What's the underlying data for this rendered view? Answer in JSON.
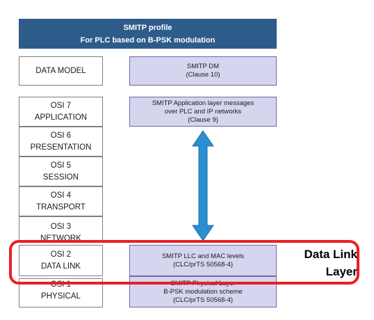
{
  "header": {
    "title": "SMITP profile",
    "subtitle": "For PLC based on B-PSK modulation",
    "color": "#2e5c8a"
  },
  "layers": [
    {
      "line1": "DATA MODEL",
      "line2": ""
    },
    {
      "line1": "OSI 7",
      "line2": "APPLICATION"
    },
    {
      "line1": "OSI 6",
      "line2": "PRESENTATION"
    },
    {
      "line1": "OSI 5",
      "line2": "SESSION"
    },
    {
      "line1": "OSI 4",
      "line2": "TRANSPORT"
    },
    {
      "line1": "OSI 3",
      "line2": "NETWORK"
    },
    {
      "line1": "OSI 2",
      "line2": "DATA LINK"
    },
    {
      "line1": "OSI 1",
      "line2": "PHYSICAL"
    }
  ],
  "smitp_boxes": [
    {
      "line1": "SMITP DM",
      "line2": "(Clause 10)",
      "line3": ""
    },
    {
      "line1": "SMITP Application layer messages",
      "line2": "over PLC and IP networks",
      "line3": "(Clause 9)"
    },
    {
      "line1": "SMITP LLC and MAC levels",
      "line2": "(CLC/prTS 50568-4)",
      "line3": ""
    },
    {
      "line1": "SMITP Physical Layer",
      "line2": "B-PSK modulation scheme",
      "line3": "(CLC/prTS 50568-4)"
    }
  ],
  "callout": {
    "line1": "Data Link",
    "line2": "Layer",
    "color": "#ee1c25"
  },
  "arrow": {
    "icon": "double-headed-arrow-icon",
    "color": "#2a8fd0"
  }
}
